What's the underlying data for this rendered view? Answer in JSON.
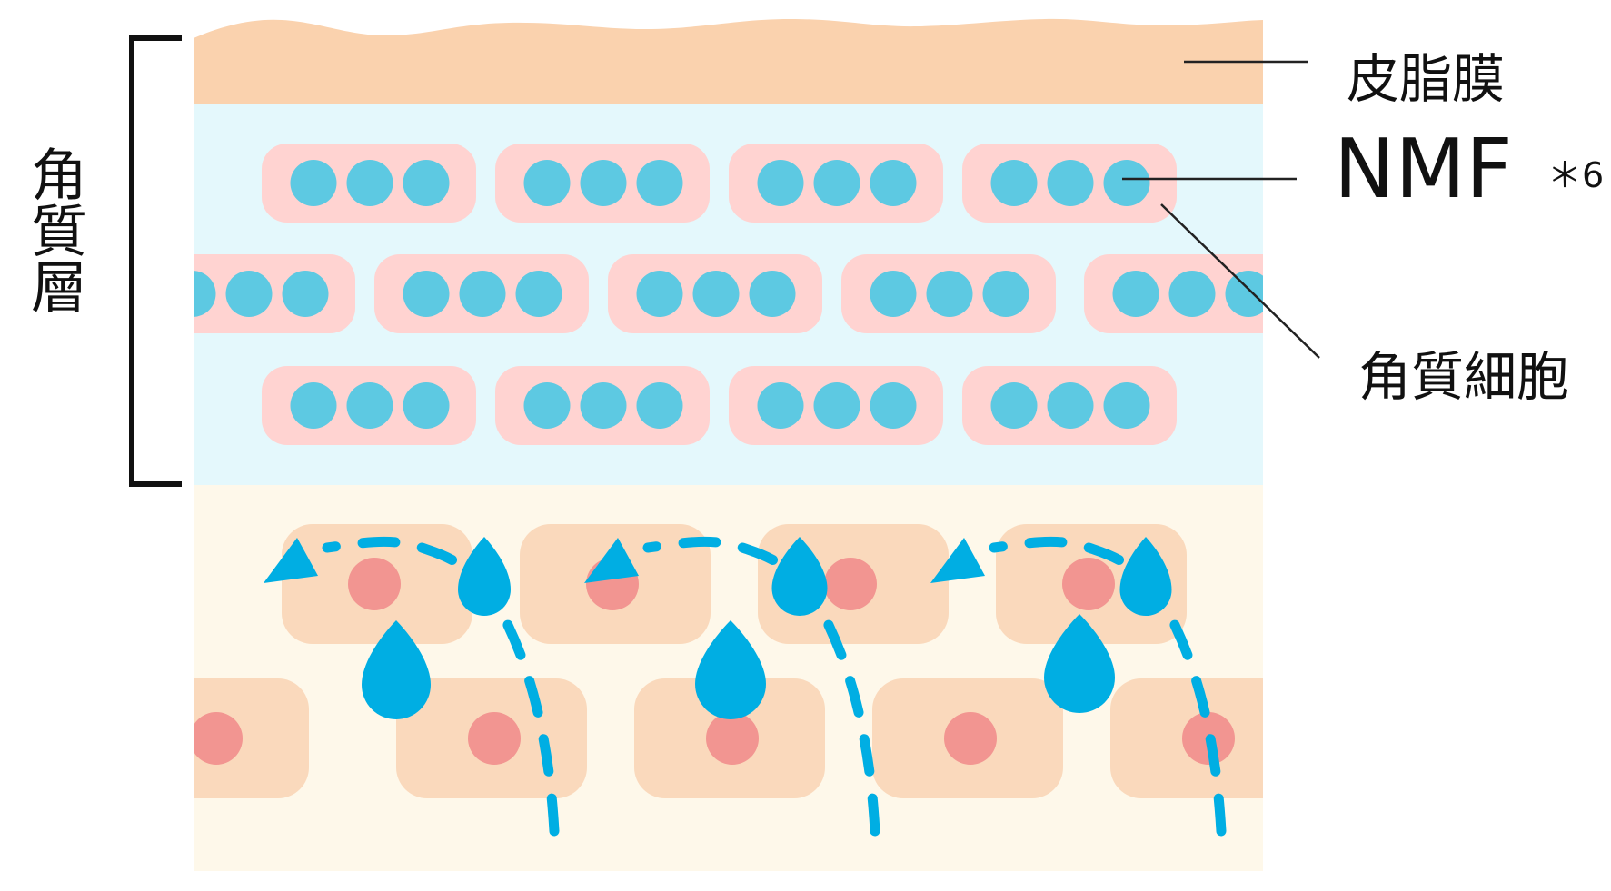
{
  "labels": {
    "sebum_film": "皮脂膜",
    "nmf": "NMF",
    "nmf_footnote": "＊6",
    "corneocyte": "角質細胞",
    "stratum_corneum": "角質層"
  },
  "colors": {
    "sebum": "#FAD2AE",
    "stratum_bg": "#E4F8FC",
    "corneocyte_cell": "#FFD3D1",
    "nmf_dot": "#5DC9E2",
    "living_layer_bg": "#FEF8EA",
    "living_cell": "#FAD9BC",
    "nucleus": "#F29591",
    "water": "#00AEE3",
    "leader_line": "#222222"
  },
  "structure": {
    "corneocyte_rows": 3,
    "nmf_dots_per_cell": 3,
    "living_cell_rows": 2,
    "water_drops": 6,
    "flow_arrows": 3
  }
}
